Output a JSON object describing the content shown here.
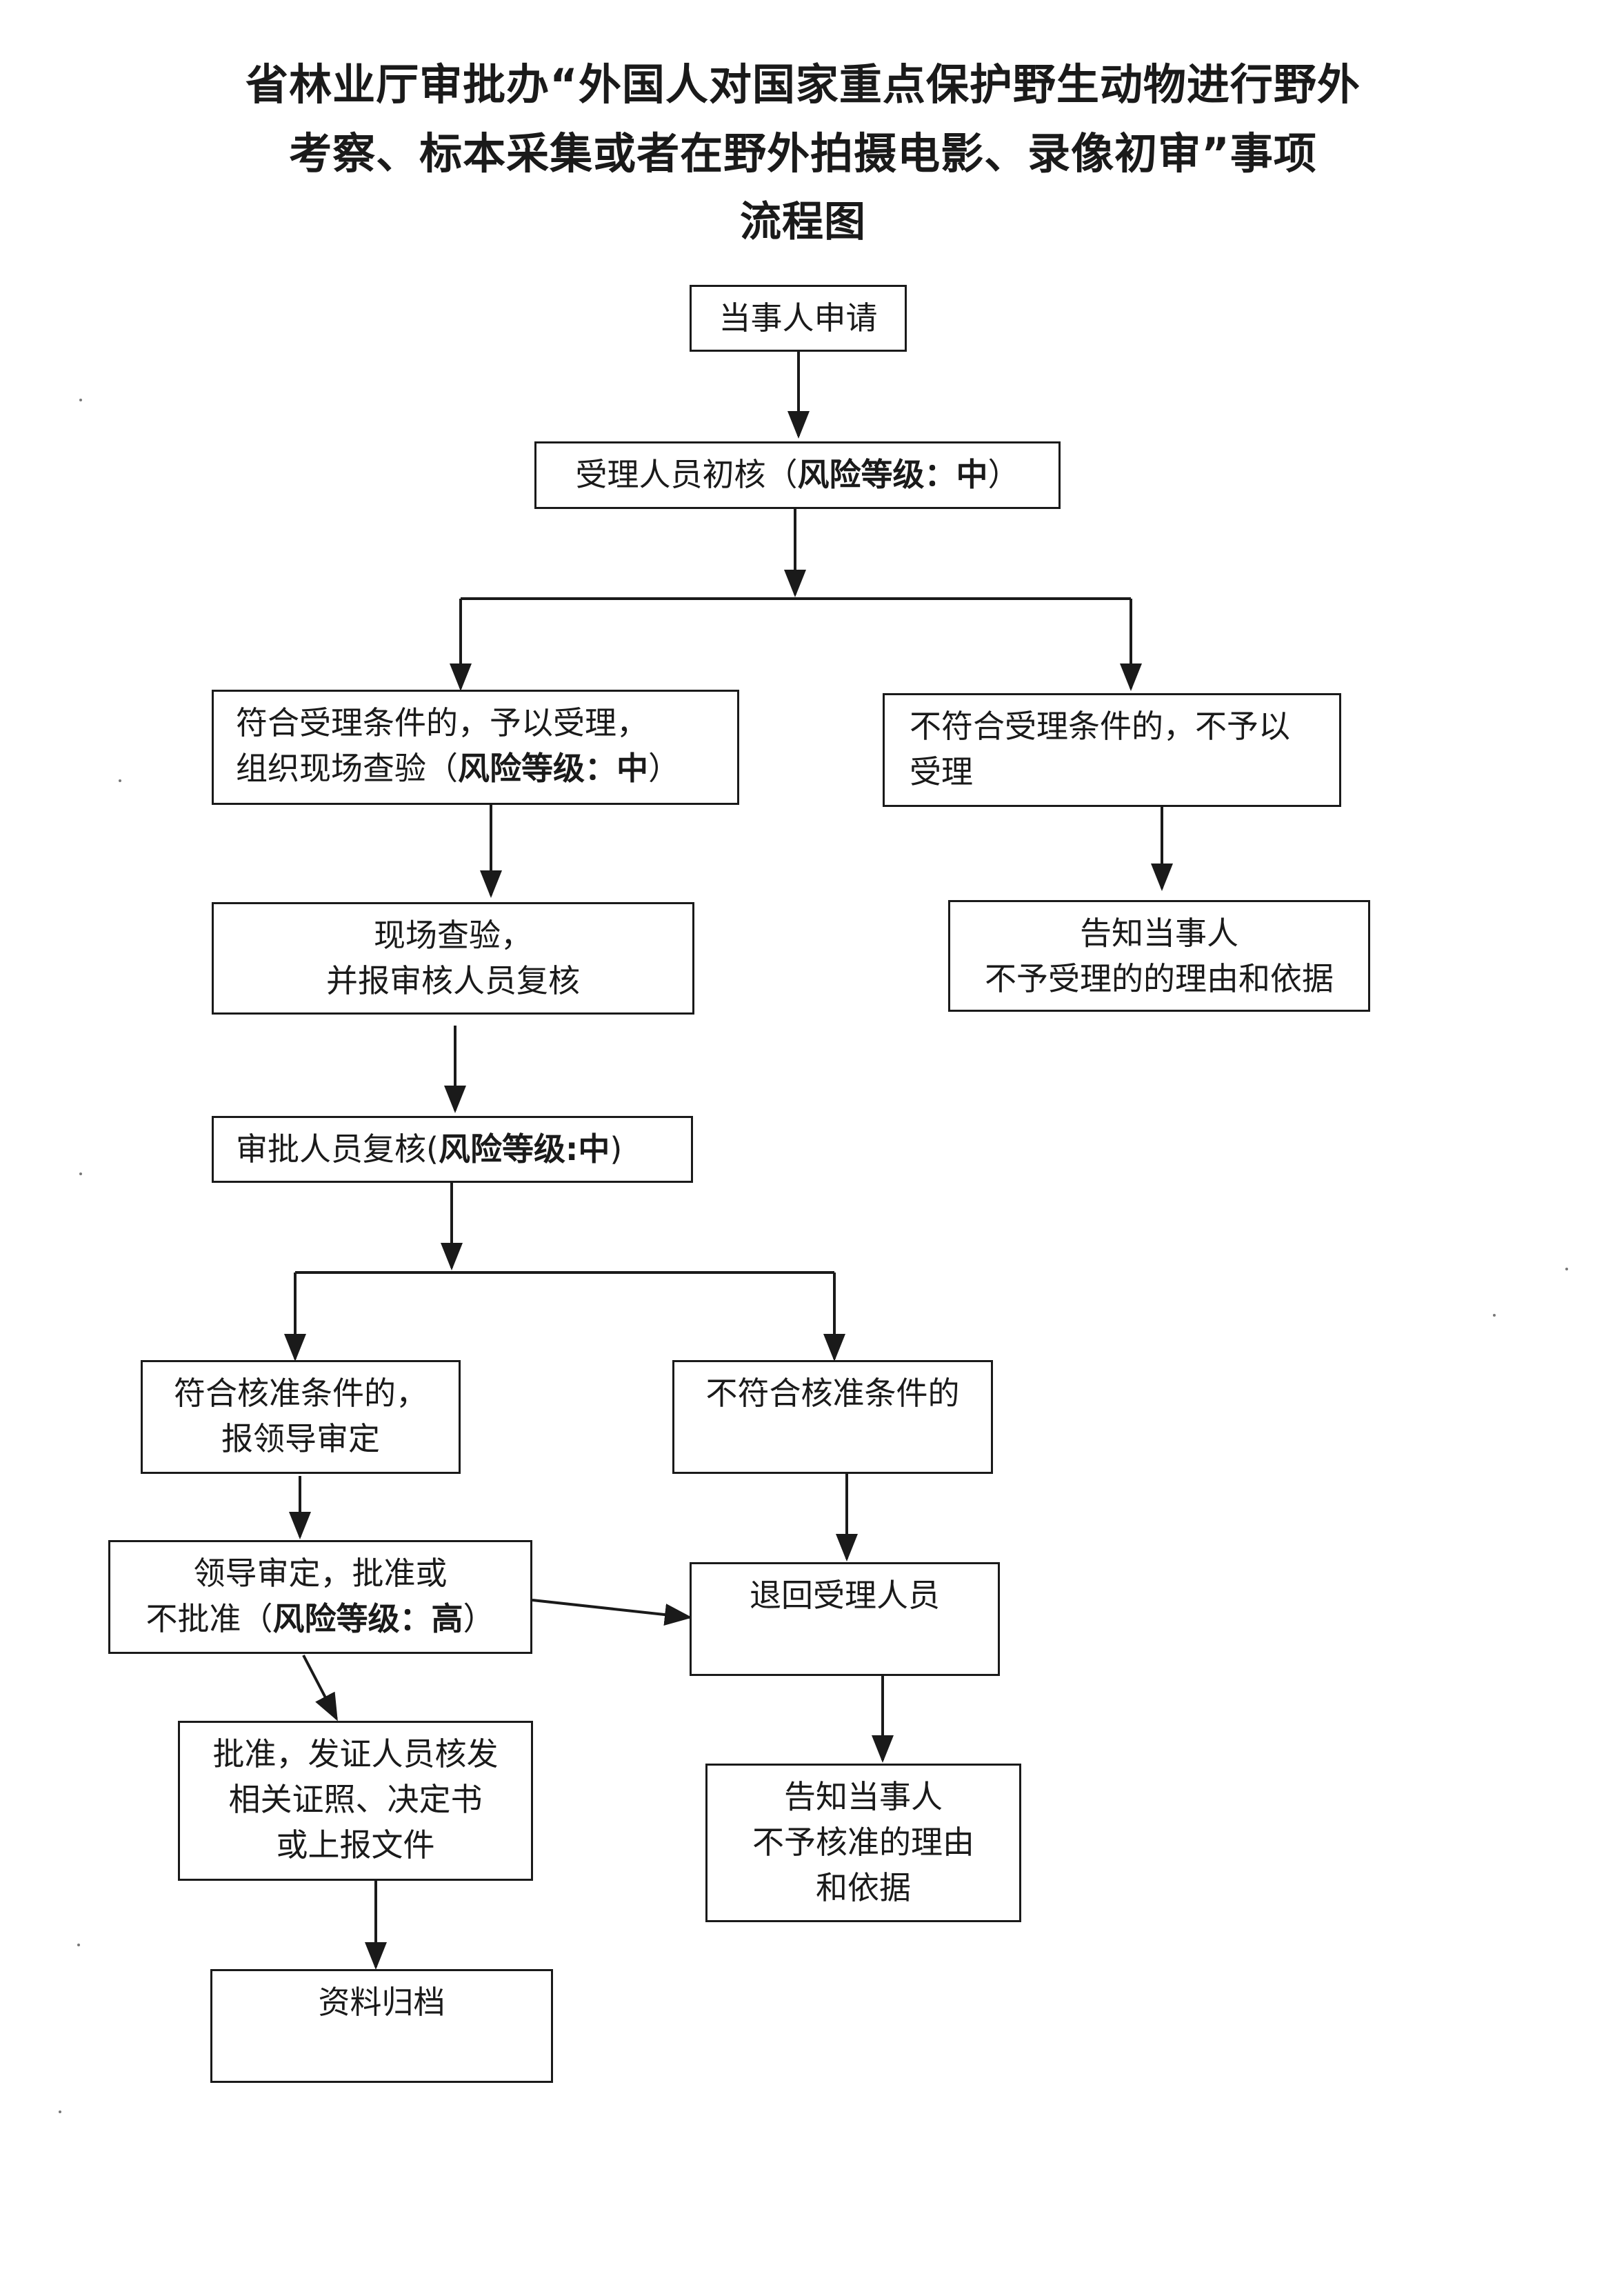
{
  "title": {
    "line1": "省林业厅审批办“外国人对国家重点保护野生动物进行野外",
    "line2": "考察、标本采集或者在野外拍摄电影、录像初审”事项",
    "line3": "流程图"
  },
  "nodes": {
    "apply": {
      "line1": "当事人申请"
    },
    "initial_review": {
      "line1_prefix": "受理人员初核（",
      "line1_risk": "风险等级：",
      "line1_level": "中",
      "line1_suffix": "）"
    },
    "accept": {
      "line1": "符合受理条件的，予以受理，",
      "line2_prefix": "组织现场查验（",
      "line2_risk": "风险等级：",
      "line2_level": "中",
      "line2_suffix": "）"
    },
    "reject": {
      "line1": "不符合受理条件的，不予以",
      "line2": "受理"
    },
    "notify_reject": {
      "line1": "告知当事人",
      "line2": "不予受理的的理由和依据"
    },
    "site_check": {
      "line1": "现场查验，",
      "line2": "并报审核人员复核"
    },
    "recheck": {
      "line1_prefix": "审批人员复核(",
      "line1_risk": "风险等级:",
      "line1_level": "中",
      "line1_suffix": ")"
    },
    "approve_cond": {
      "line1": "符合核准条件的，",
      "line2": "报领导审定"
    },
    "not_approve_cond": {
      "line1": "不符合核准条件的"
    },
    "leader": {
      "line1": "领导审定，批准或",
      "line2_prefix": "不批准（",
      "line2_risk": "风险等级：",
      "line2_level": "高",
      "line2_suffix": "）"
    },
    "return": {
      "line1": "退回受理人员"
    },
    "issue": {
      "line1": "批准，发证人员核发",
      "line2": "相关证照、决定书",
      "line3": "或上报文件"
    },
    "notify_not_approve": {
      "line1": "告知当事人",
      "line2": "不予核准的理由",
      "line3": "和依据"
    },
    "archive": {
      "line1": "资料归档"
    }
  },
  "colors": {
    "ink": "#1a1a1a",
    "paper": "#ffffff"
  }
}
